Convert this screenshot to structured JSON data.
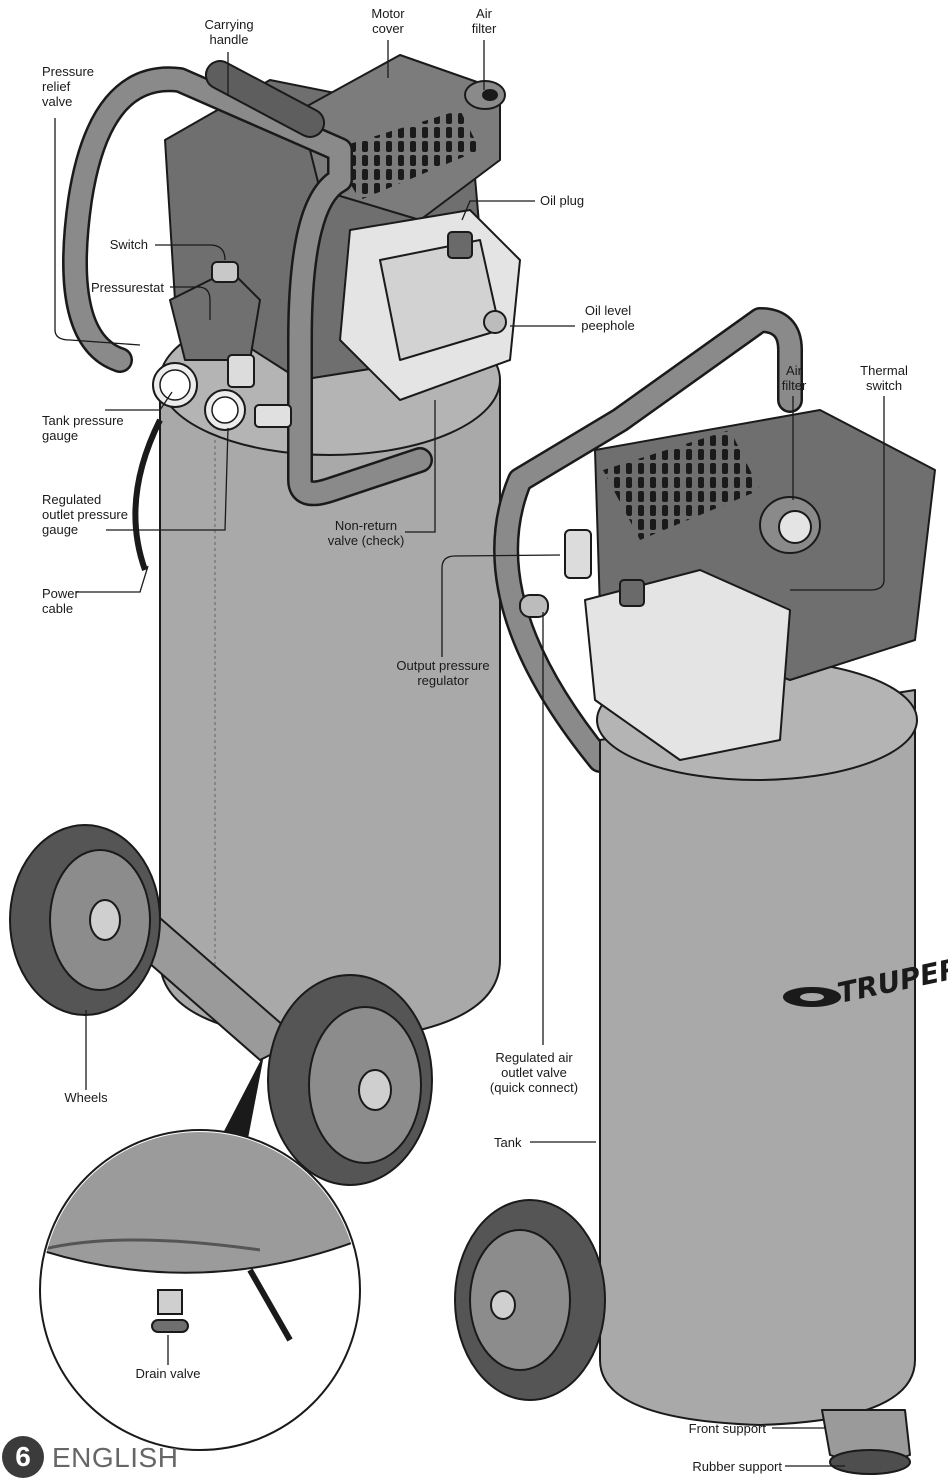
{
  "labels": {
    "carrying_handle": "Carrying\nhandle",
    "motor_cover": "Motor\ncover",
    "air_filter_1": "Air\nfilter",
    "pressure_relief_valve": "Pressure\nrelief\nvalve",
    "oil_plug": "Oil plug",
    "switch": "Switch",
    "pressurestat": "Pressurestat",
    "oil_level_peephole": "Oil level\npeephole",
    "tank_pressure_gauge": "Tank pressure\ngauge",
    "air_filter_2": "Air\nfilter",
    "thermal_switch": "Thermal\nswitch",
    "regulated_outlet_pressure_gauge": "Regulated\noutlet pressure\ngauge",
    "non_return_valve": "Non-return\nvalve (check)",
    "power_cable": "Power\ncable",
    "output_pressure_regulator": "Output pressure\nregulator",
    "regulated_air_outlet_valve": "Regulated air\noutlet valve\n(quick connect)",
    "wheels": "Wheels",
    "tank": "Tank",
    "drain_valve": "Drain valve",
    "front_support": "Front support",
    "rubber_support": "Rubber support"
  },
  "brand": "TRUPER",
  "footer": {
    "page_number": "6",
    "language": "ENGLISH"
  },
  "colors": {
    "tank": "#a9a9a9",
    "motor": "#6f6f6f",
    "outline": "#1a1a1a",
    "handle": "#8a8a8a",
    "metal": "#e4e4e4",
    "tire": "#555555"
  }
}
